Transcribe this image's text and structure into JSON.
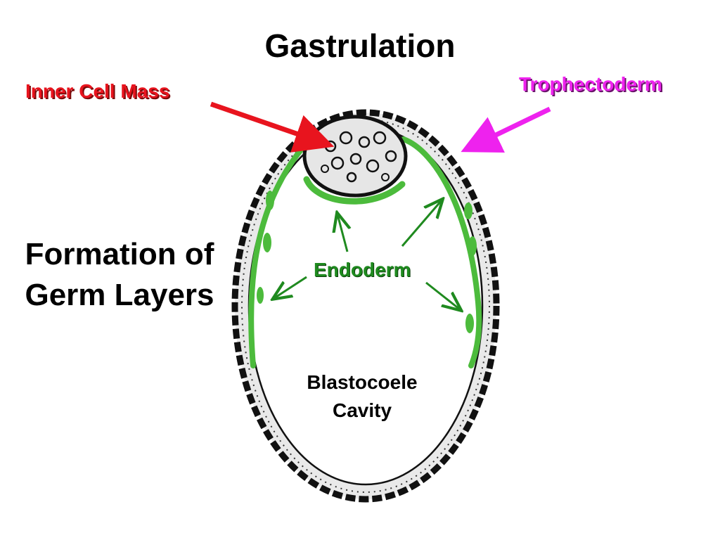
{
  "title": "Gastrulation",
  "side_heading": "Formation of Germ Layers",
  "labels": {
    "inner_cell_mass": "Inner Cell Mass",
    "trophectoderm": "Trophectoderm",
    "endoderm": "Endoderm",
    "cavity": "Blastocoele Cavity"
  },
  "colors": {
    "inner_cell_mass": "#e8141e",
    "trophectoderm": "#ee22ee",
    "endoderm": "#1f8a1f",
    "endoderm_layer": "#4cbb3c",
    "outline": "#111111"
  }
}
